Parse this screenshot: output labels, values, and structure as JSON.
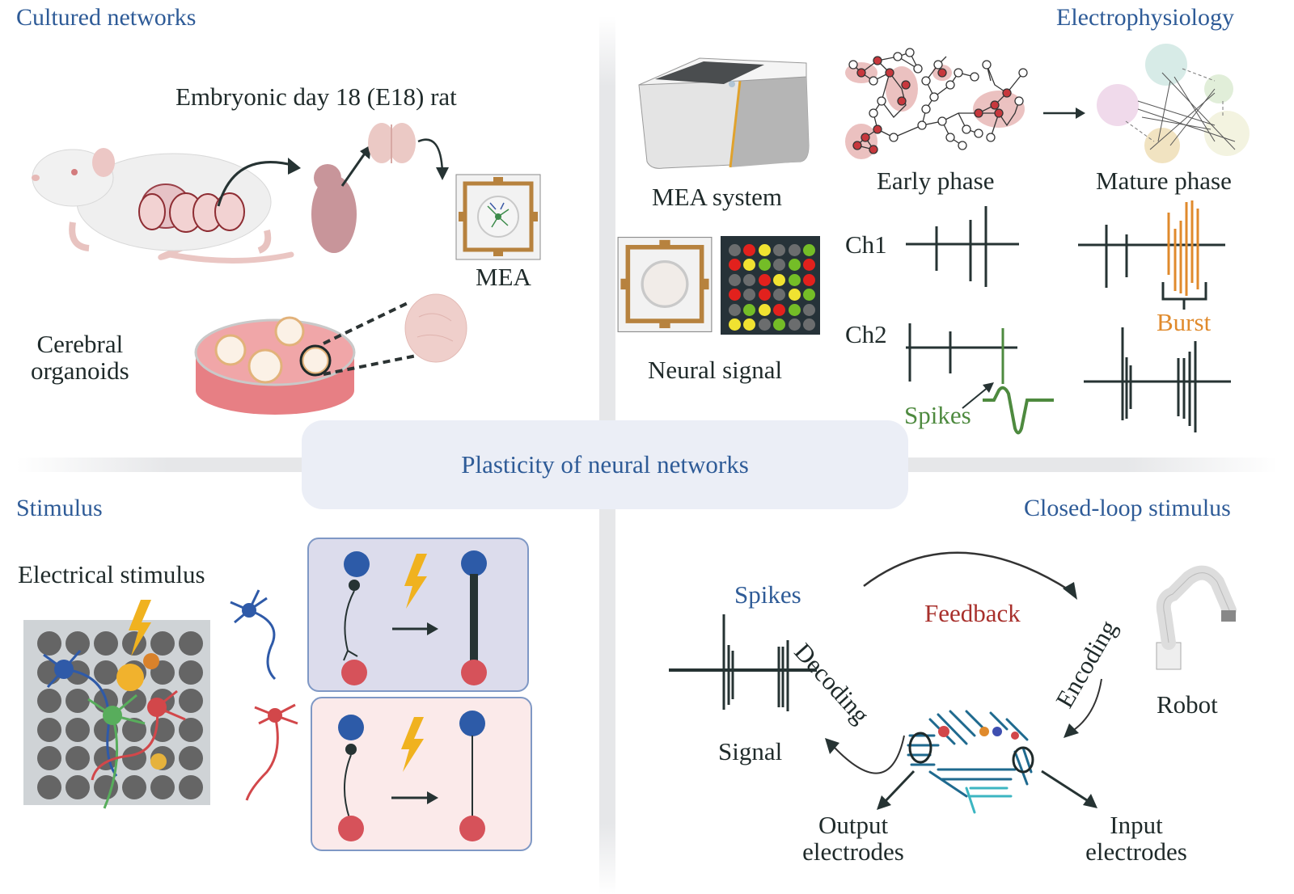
{
  "figure": {
    "center_title": "Plasticity of neural networks",
    "colors": {
      "section_title": "#2e5b97",
      "body_text": "#1f2a2a",
      "spike_green": "#4e8a3f",
      "burst_orange": "#e08a2c",
      "feedback_red": "#a8302c",
      "neuron_blue": "#2f5aa8",
      "neuron_red": "#d2474a",
      "lightning": "#f0b21f",
      "banner_bg": "#ebeef6"
    }
  },
  "quadrants": {
    "cultured": {
      "title": "Cultured networks",
      "rat_label": "Embryonic day 18 (E18) rat",
      "mea_label": "MEA",
      "organoids_label_line1": "Cerebral",
      "organoids_label_line2": "organoids"
    },
    "electrophysiology": {
      "title": "Electrophysiology",
      "mea_system_label": "MEA system",
      "neural_signal_label": "Neural signal",
      "early_phase_label": "Early phase",
      "mature_phase_label": "Mature phase",
      "ch1_label": "Ch1",
      "ch2_label": "Ch2",
      "spikes_label": "Spikes",
      "burst_label": "Burst",
      "signal_grid": [
        [
          "gray",
          "red",
          "yellow",
          "gray",
          "gray",
          "green"
        ],
        [
          "red",
          "yellow",
          "green",
          "gray",
          "green",
          "red"
        ],
        [
          "gray",
          "gray",
          "red",
          "yellow",
          "green",
          "red"
        ],
        [
          "red",
          "gray",
          "red",
          "gray",
          "yellow",
          "green"
        ],
        [
          "gray",
          "green",
          "yellow",
          "red",
          "green",
          "gray"
        ],
        [
          "yellow",
          "yellow",
          "gray",
          "green",
          "gray",
          "gray"
        ]
      ]
    },
    "stimulus": {
      "title": "Stimulus",
      "electrical_label": "Electrical stimulus"
    },
    "closed_loop": {
      "title": "Closed-loop stimulus",
      "spikes_label": "Spikes",
      "decoding_label": "Decoding",
      "feedback_label": "Feedback",
      "encoding_label": "Encoding",
      "robot_label": "Robot",
      "signal_label": "Signal",
      "output_label_line1": "Output",
      "output_label_line2": "electrodes",
      "input_label_line1": "Input",
      "input_label_line2": "electrodes"
    }
  }
}
